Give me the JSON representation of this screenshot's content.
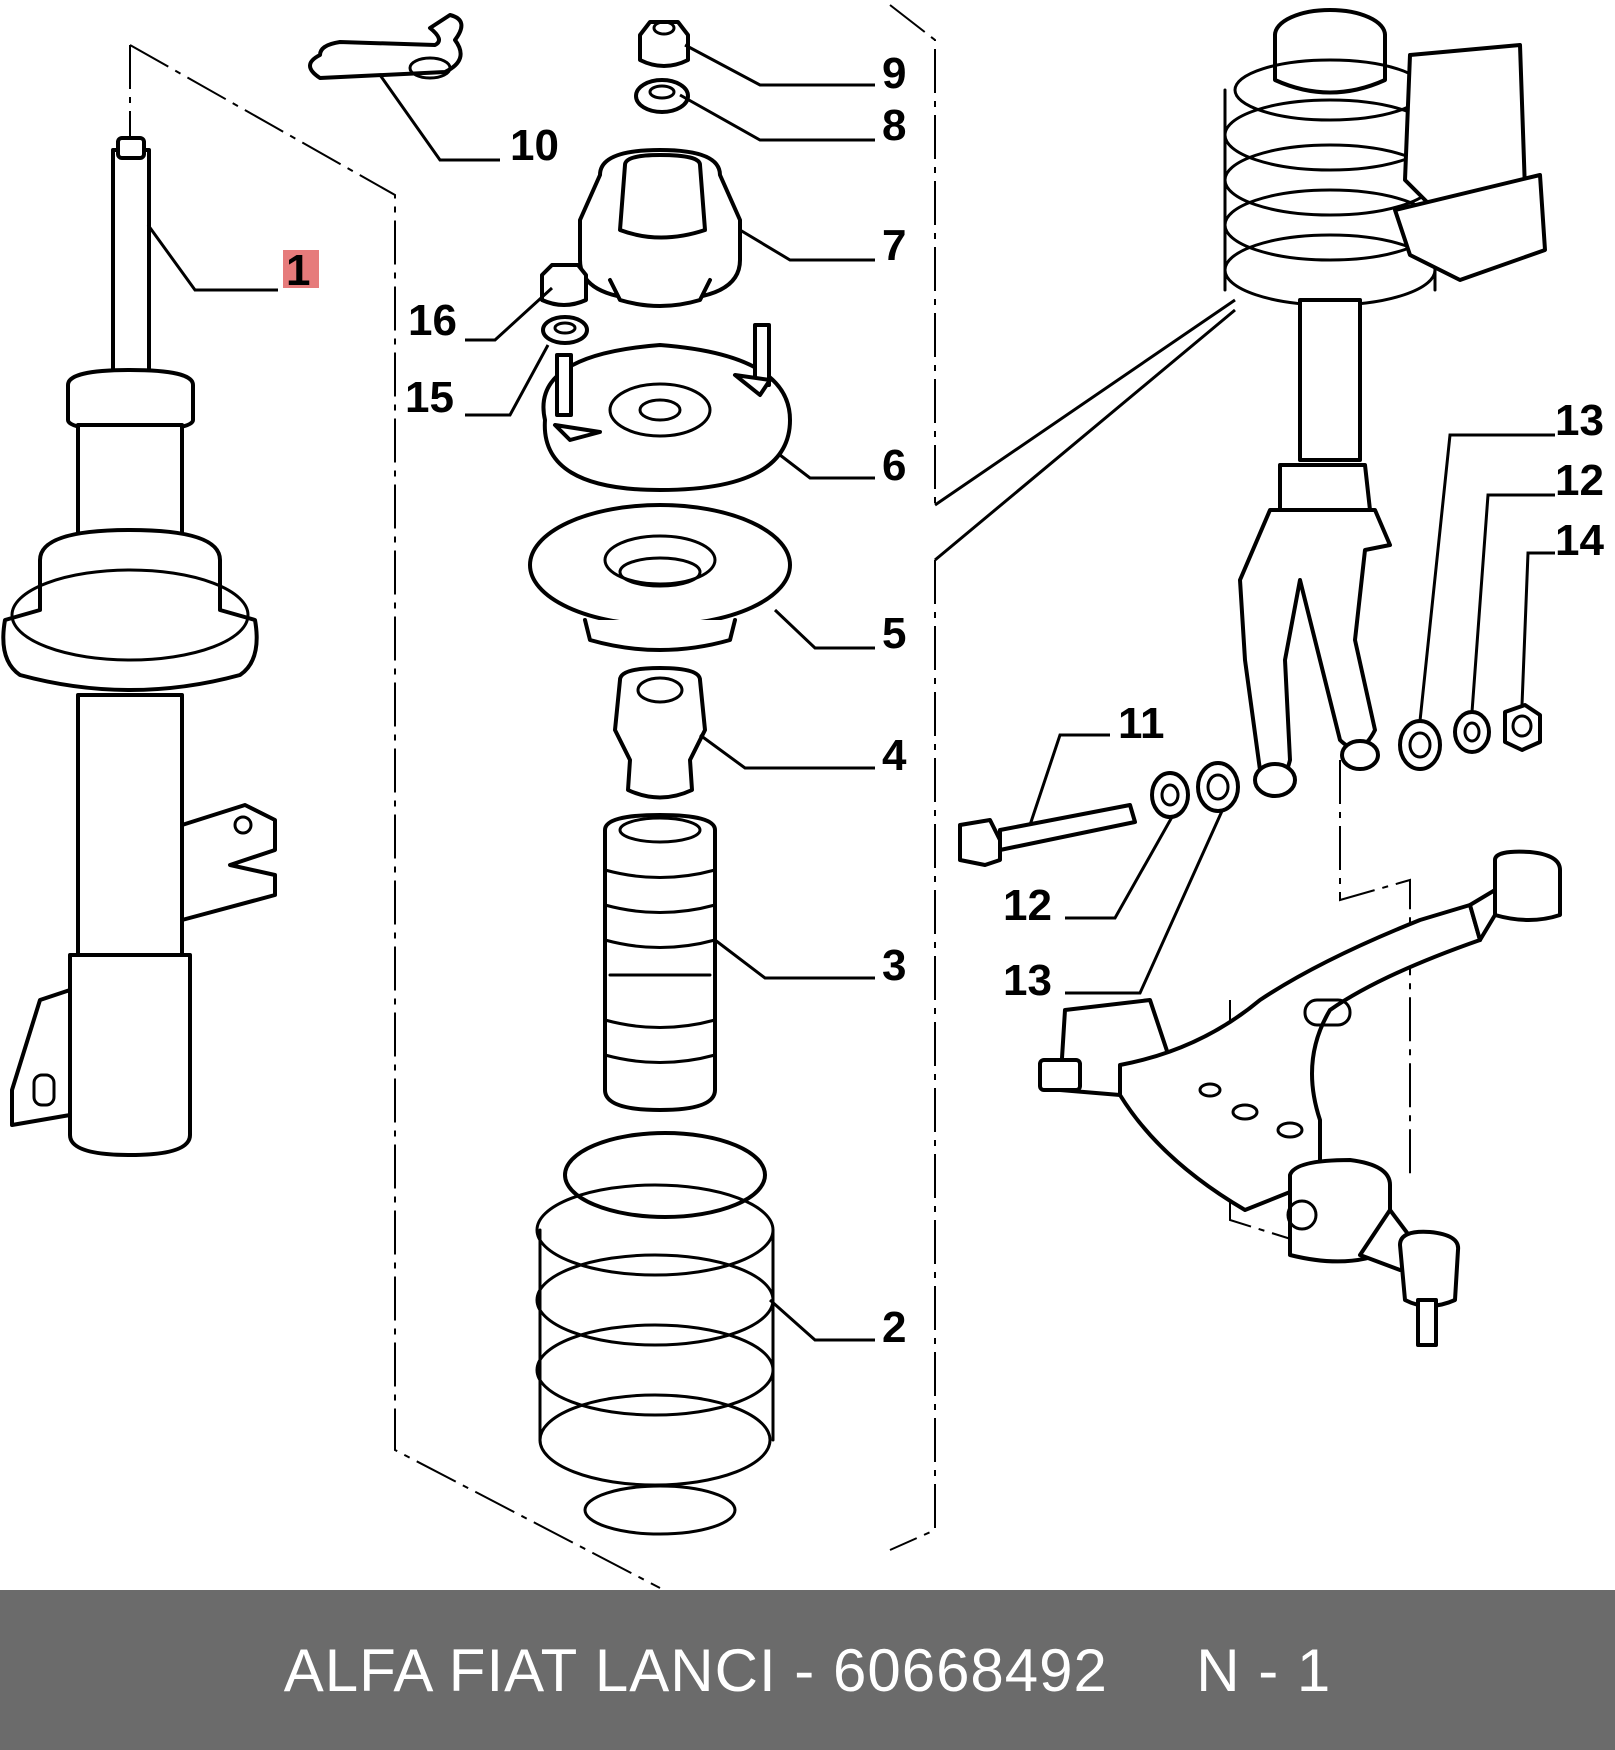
{
  "callouts": {
    "c1": "1",
    "c2": "2",
    "c3": "3",
    "c4": "4",
    "c5": "5",
    "c6": "6",
    "c7": "7",
    "c8": "8",
    "c9": "9",
    "c10": "10",
    "c11": "11",
    "c12_left": "12",
    "c13_left": "13",
    "c13_right": "13",
    "c12_right": "12",
    "c14": "14",
    "c15": "15",
    "c16": "16"
  },
  "highlight_color": "#e05a5a",
  "footer": {
    "brand_part": "ALFA FIAT LANCI - 60668492",
    "position": "N - 1",
    "background": "#6b6b6b",
    "text_color": "#ffffff"
  }
}
